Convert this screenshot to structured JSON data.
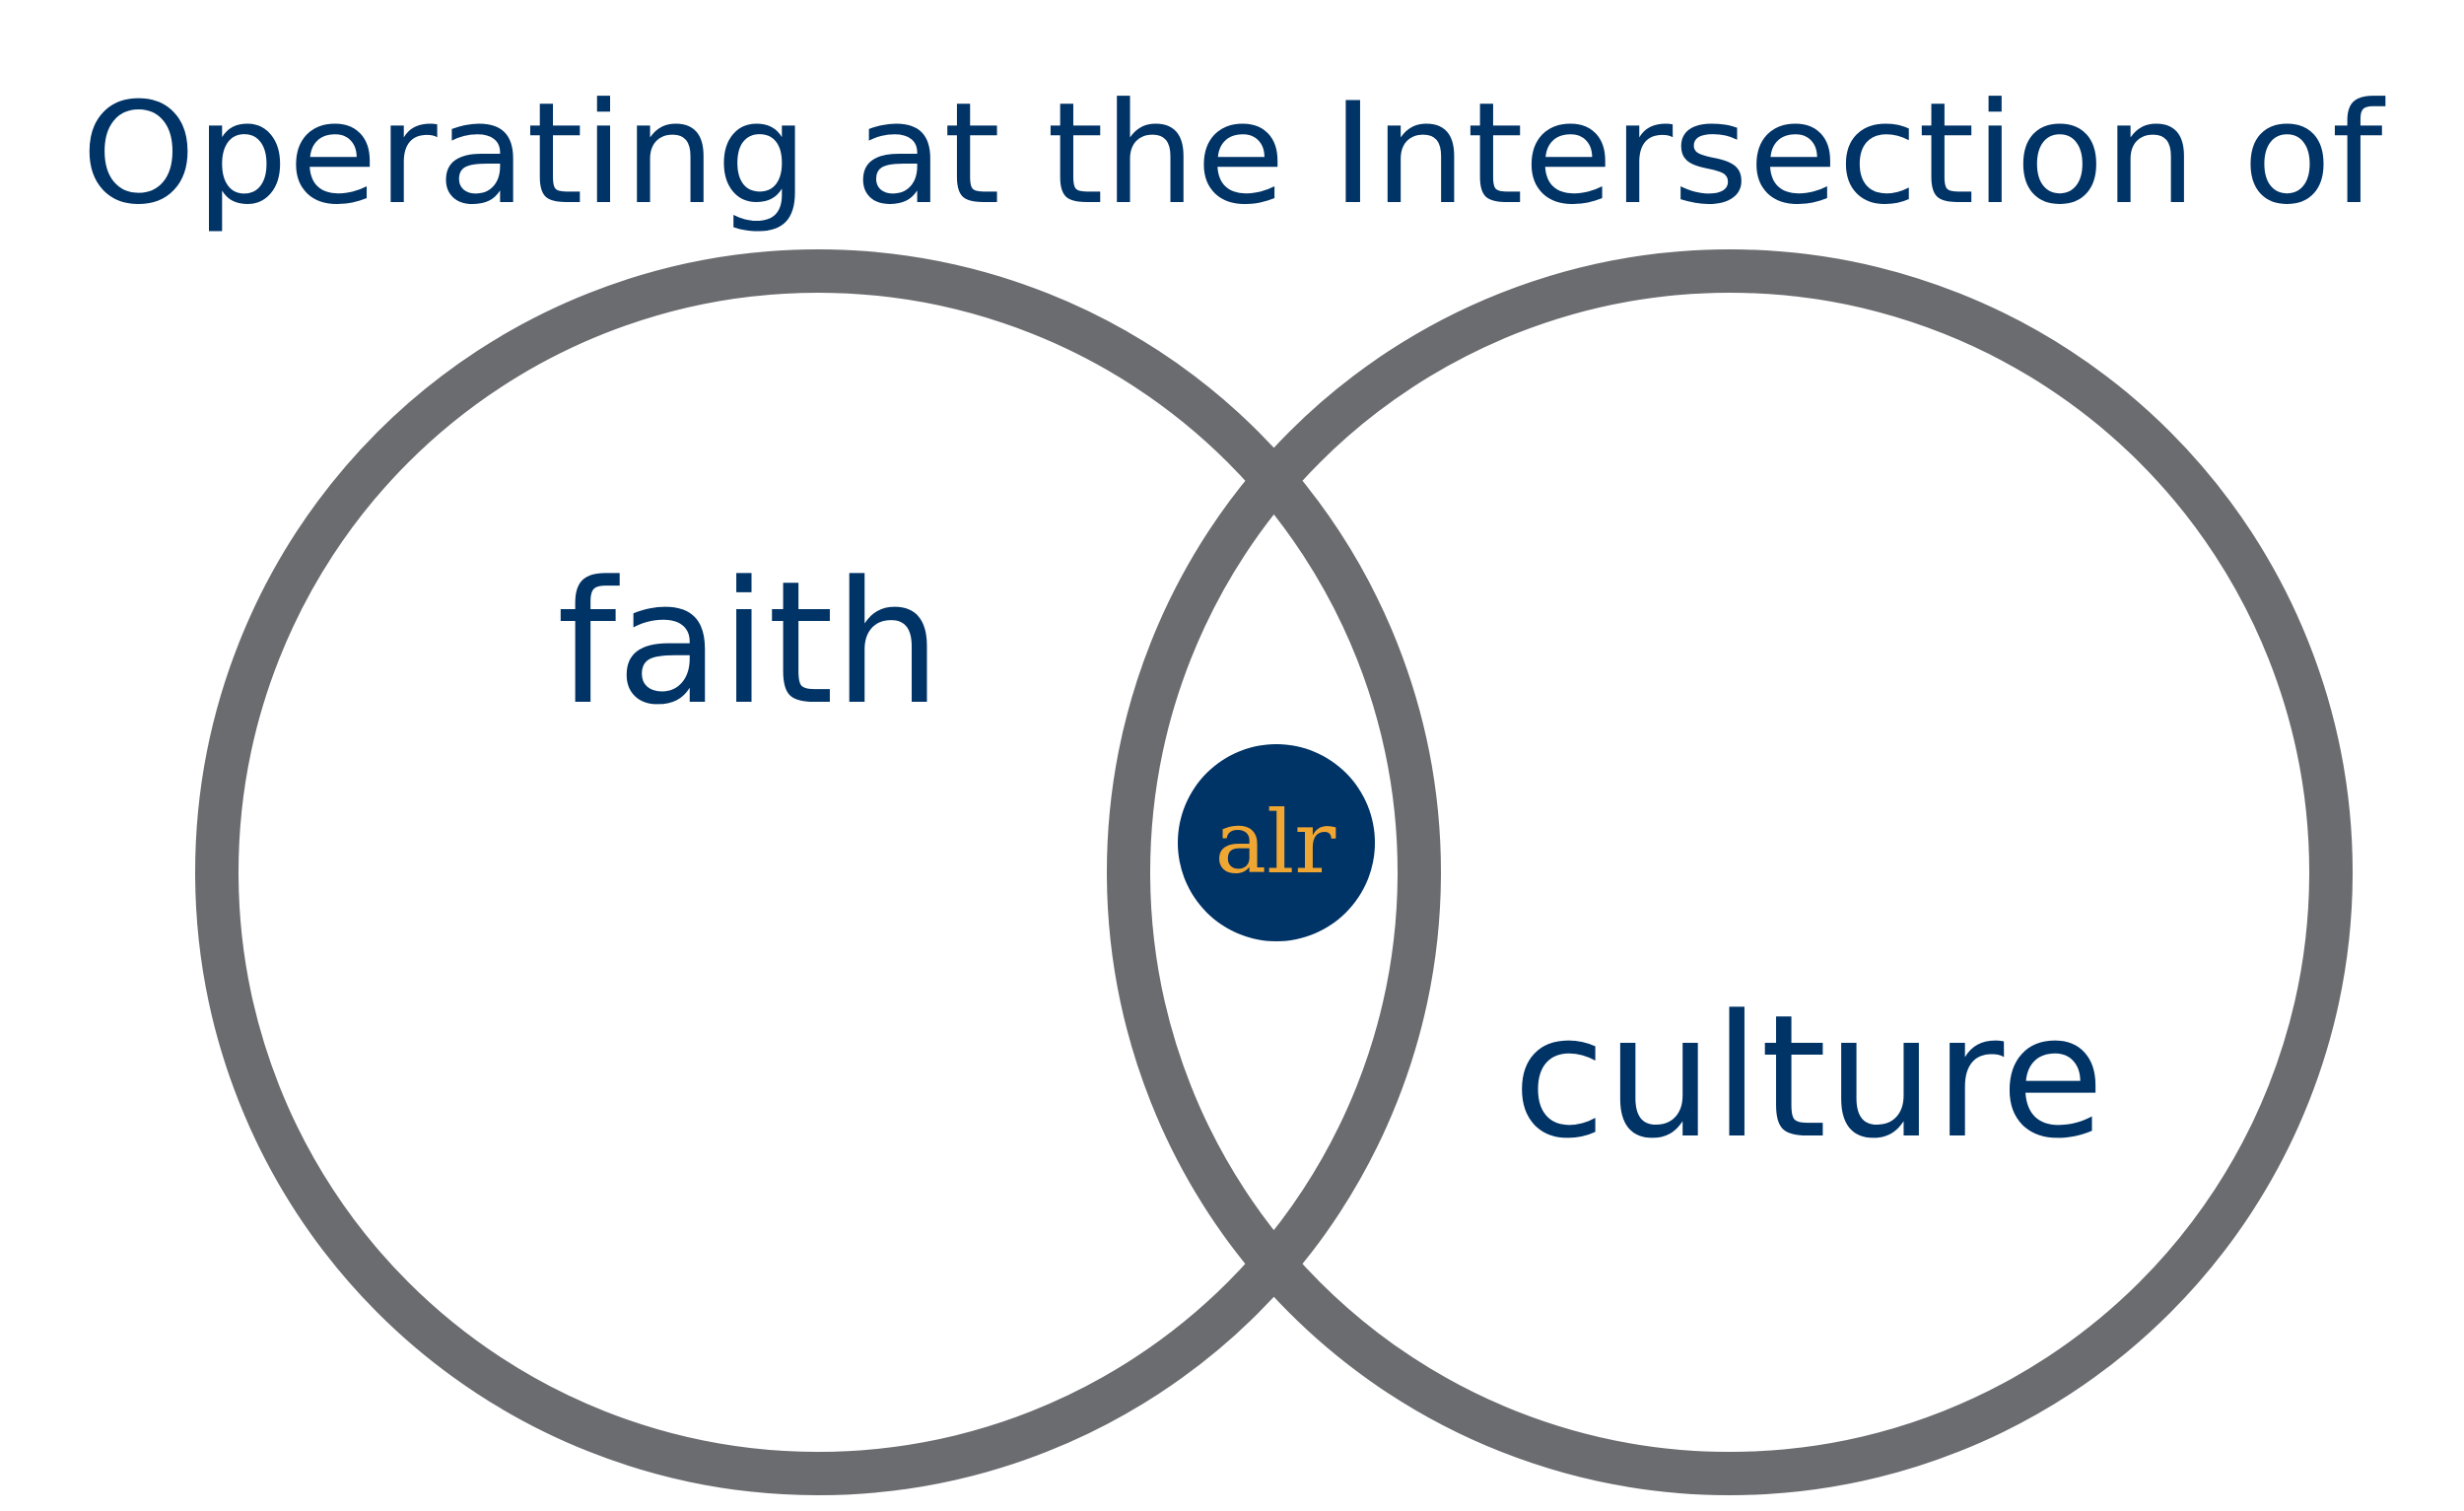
{
  "title": "Operating at the Intersection of",
  "sets": [
    {
      "label": "faith"
    },
    {
      "label": "culture"
    }
  ],
  "logo": {
    "letters": [
      "a",
      "l",
      "r"
    ],
    "letter_colors": [
      "#f0a632",
      "#f0a632",
      "#f0a632"
    ]
  },
  "colors": {
    "text": "#003366",
    "circle_stroke": "#6b6c70",
    "logo_bg": "#003366",
    "logo_text": "#f0a632",
    "background": "#ffffff"
  }
}
